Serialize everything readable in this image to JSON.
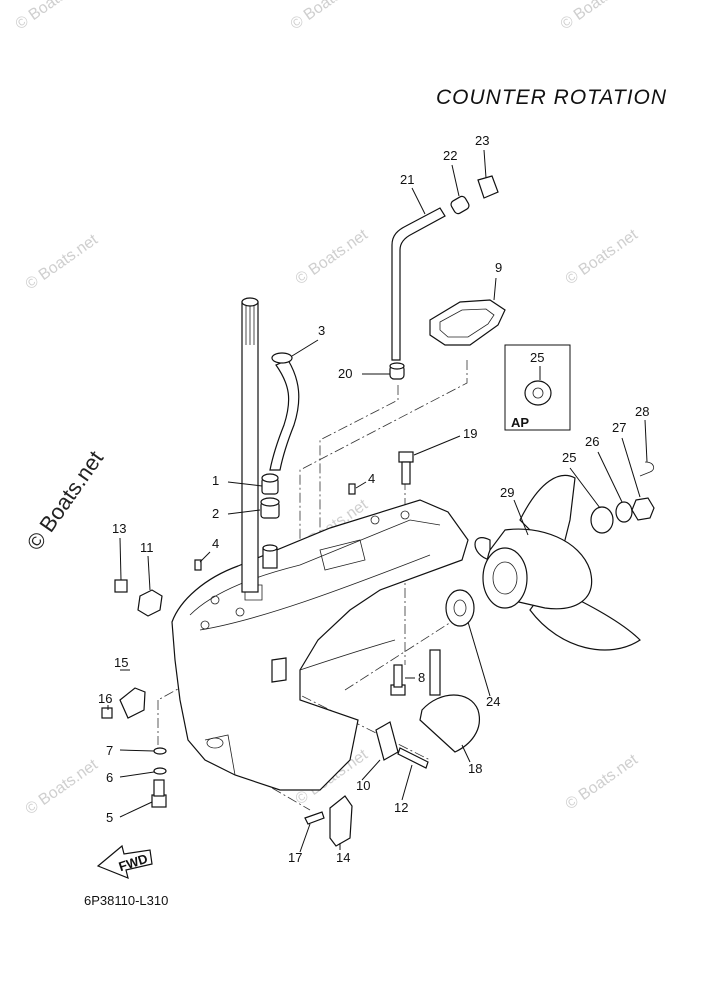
{
  "title": "COUNTER ROTATION",
  "diagram_code": "6P38110-L310",
  "watermark": "© Boats.net",
  "watermark_large": "© Boats.net",
  "ap_box_label": "AP",
  "fwd_label": "FWD",
  "part_labels": [
    {
      "n": "1"
    },
    {
      "n": "2"
    },
    {
      "n": "3"
    },
    {
      "n": "4"
    },
    {
      "n": "4"
    },
    {
      "n": "5"
    },
    {
      "n": "6"
    },
    {
      "n": "7"
    },
    {
      "n": "8"
    },
    {
      "n": "9"
    },
    {
      "n": "10"
    },
    {
      "n": "11"
    },
    {
      "n": "12"
    },
    {
      "n": "13"
    },
    {
      "n": "14"
    },
    {
      "n": "15"
    },
    {
      "n": "16"
    },
    {
      "n": "17"
    },
    {
      "n": "18"
    },
    {
      "n": "19"
    },
    {
      "n": "20"
    },
    {
      "n": "21"
    },
    {
      "n": "22"
    },
    {
      "n": "23"
    },
    {
      "n": "24"
    },
    {
      "n": "25"
    },
    {
      "n": "25"
    },
    {
      "n": "26"
    },
    {
      "n": "27"
    },
    {
      "n": "28"
    },
    {
      "n": "29"
    }
  ]
}
